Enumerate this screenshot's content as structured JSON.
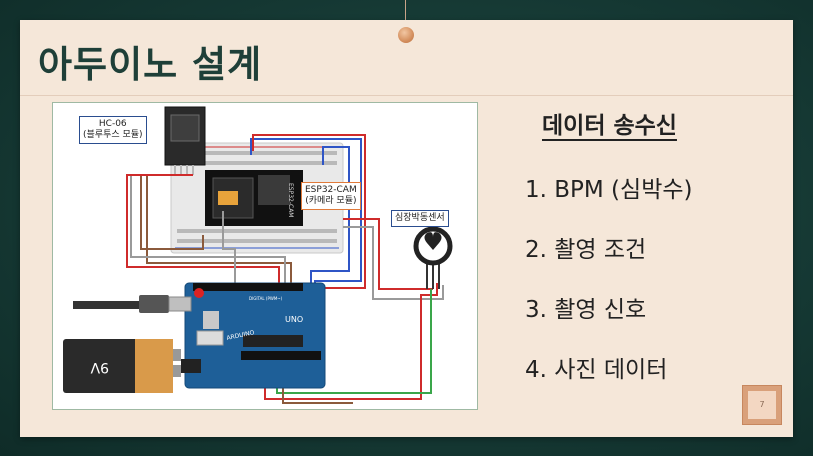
{
  "slide": {
    "title": "아두이노 설계",
    "page_number": "7"
  },
  "diagram": {
    "labels": {
      "hc06_line1": "HC-06",
      "hc06_line2": "(블루투스 모듈)",
      "esp32_line1": "ESP32-CAM",
      "esp32_line2": "(카메라 모듈)",
      "heart_sensor": "심장박동센서",
      "battery": "9V",
      "arduino_brand": "ARDUINO",
      "arduino_model": "UNO",
      "esp_board": "ESP32-CAM",
      "digital_header": "DIGITAL (PWM~)"
    },
    "colors": {
      "arduino": "#1e5f98",
      "battery_body": "#2a2a2a",
      "battery_cap": "#d99a4a",
      "breadboard": "#e9e9e9",
      "wire_red": "#cf2b2b",
      "wire_blue": "#2f55c6",
      "wire_brown": "#8b5a3c",
      "wire_gray": "#9a9a9a",
      "wire_green": "#3aa64a"
    }
  },
  "section": {
    "title": "데이터 송수신",
    "items": [
      "1. BPM (심박수)",
      "2. 촬영 조건",
      "3. 촬영 신호",
      "4. 사진 데이터"
    ]
  }
}
